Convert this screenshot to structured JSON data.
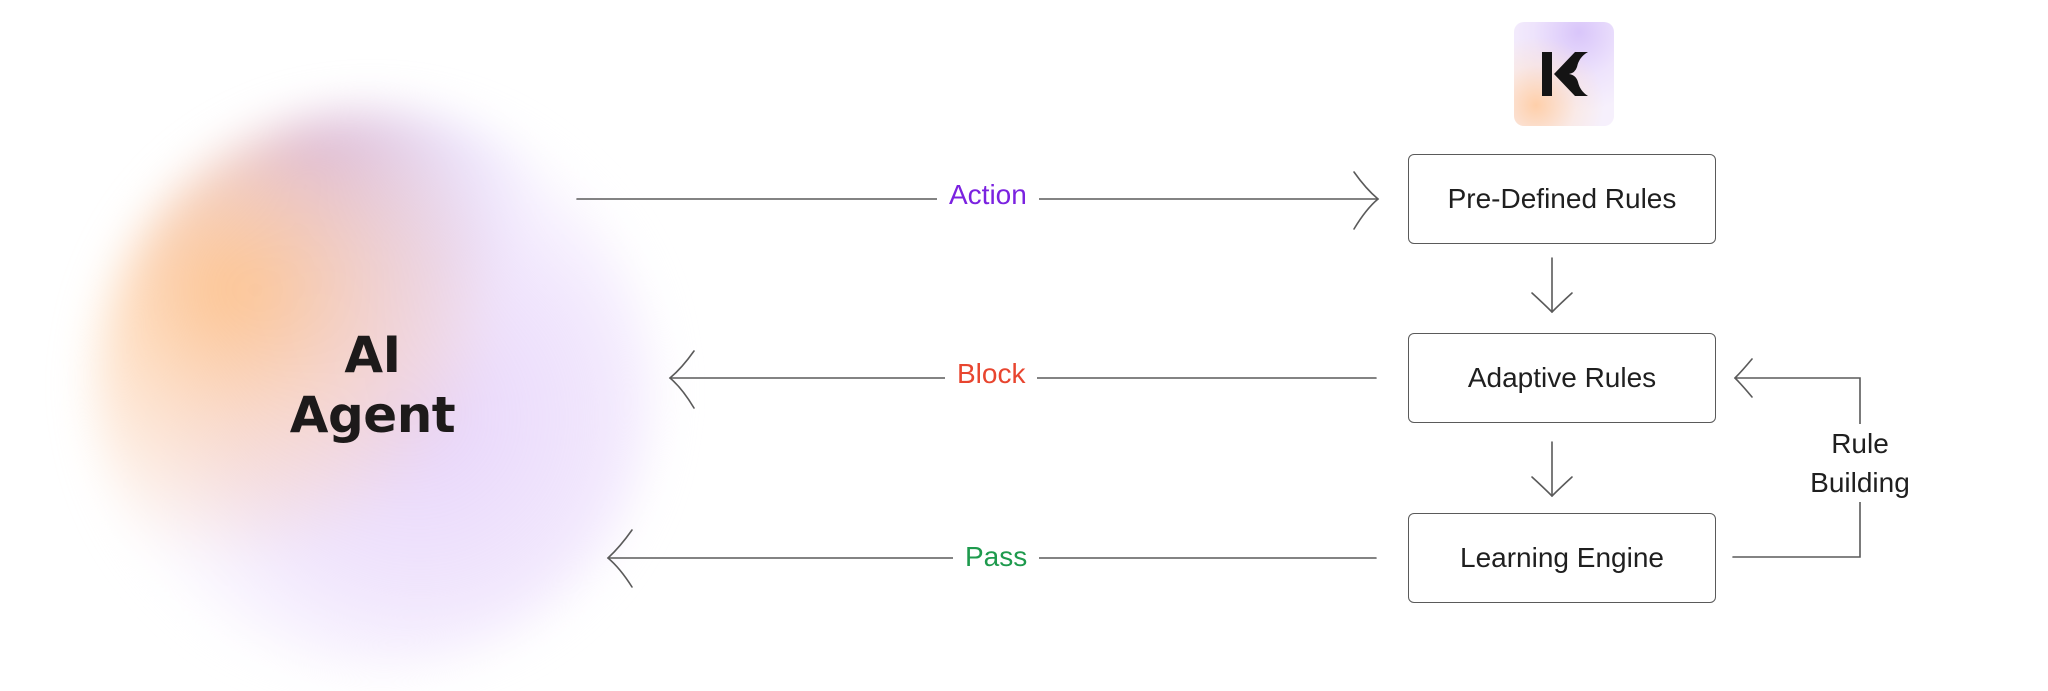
{
  "agent": {
    "line1": "AI",
    "line2": "Agent"
  },
  "logo": {
    "icon": "k-logo-icon",
    "letter": "K"
  },
  "rules": {
    "predefined": "Pre-Defined Rules",
    "adaptive": "Adaptive Rules",
    "learning": "Learning Engine"
  },
  "edges": {
    "action": "Action",
    "block": "Block",
    "pass": "Pass",
    "rule_building_line1": "Rule",
    "rule_building_line2": "Building"
  },
  "colors": {
    "action": "#7b22e0",
    "block": "#e8452f",
    "pass": "#1e9a4d",
    "line": "#5a5a5a",
    "text": "#1f1f1f"
  }
}
